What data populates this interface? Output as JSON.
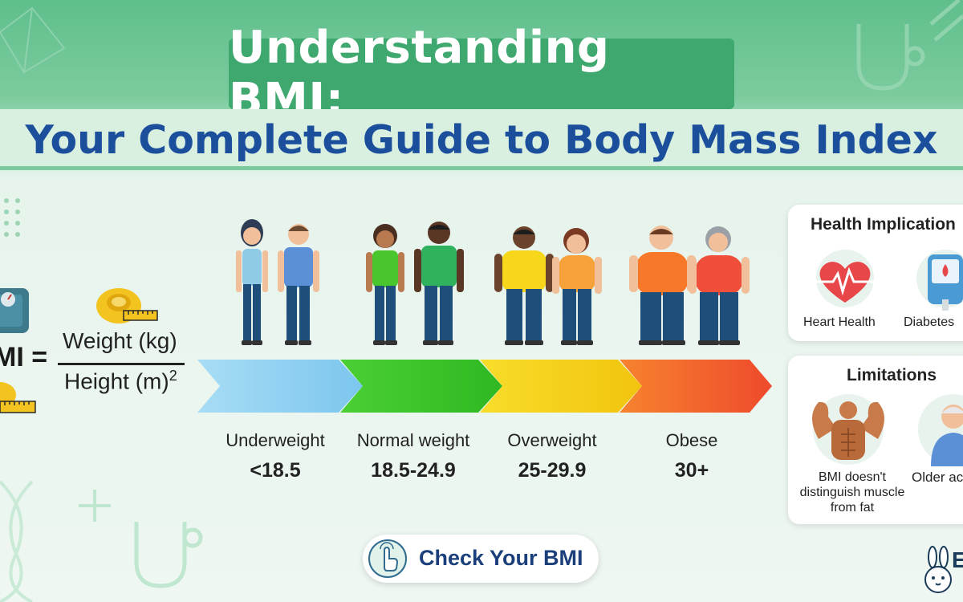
{
  "title": {
    "line1": "Understanding BMI:",
    "line2": "Your Complete Guide to Body Mass Index"
  },
  "formula": {
    "lhs": "MI =",
    "numerator": "Weight (kg)",
    "denominator": "Height (m)",
    "exponent": "2"
  },
  "categories": [
    {
      "label": "Underweight",
      "range": "<18.5",
      "color": "#8fd0f0"
    },
    {
      "label": "Normal weight",
      "range": "18.5-24.9",
      "color": "#3ac02c"
    },
    {
      "label": "Overweight",
      "range": "25-29.9",
      "color": "#f3d21a"
    },
    {
      "label": "Obese",
      "range": "30+",
      "color": "#f36a2e"
    }
  ],
  "health_panel": {
    "title": "Health Implication",
    "items": [
      "Heart Health",
      "Diabetes"
    ]
  },
  "limitations_panel": {
    "title": "Limitations",
    "items": [
      "BMI doesn't",
      "distinguish muscle",
      "from fat",
      "Older ac"
    ]
  },
  "cta": {
    "label": "Check Your BMI"
  },
  "logo_letter": "E"
}
